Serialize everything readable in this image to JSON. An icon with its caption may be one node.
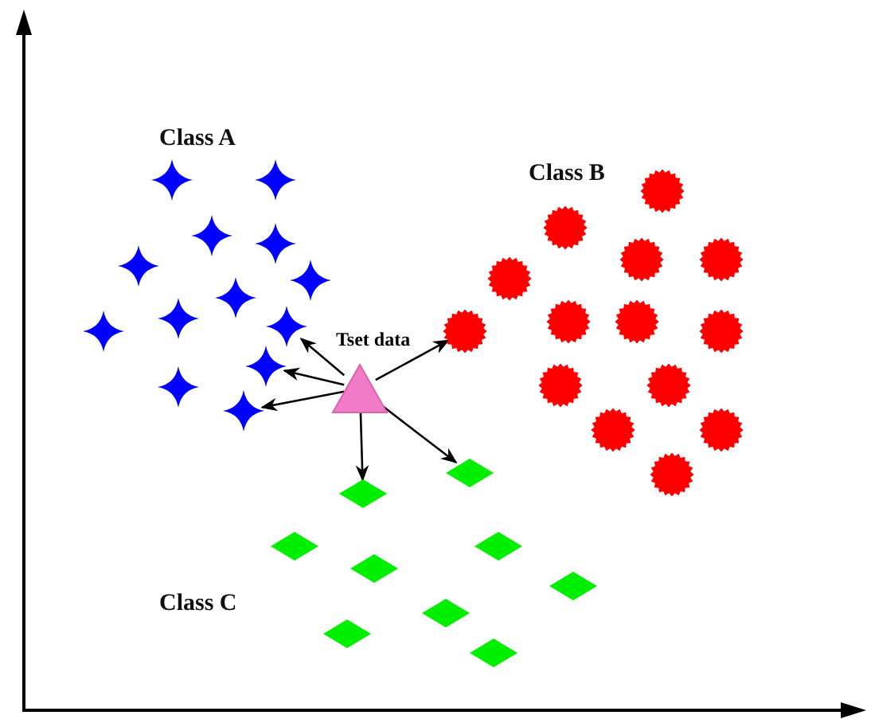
{
  "diagram": {
    "nodes": [
      {
        "text": [],
        "shape": "triangle",
        "beside": [
          "Tset data"
        ]
      },
      {
        "text": [],
        "shape": "star"
      },
      {
        "text": [],
        "shape": "star"
      },
      {
        "text": [],
        "shape": "star"
      },
      {
        "text": [],
        "shape": "star"
      },
      {
        "text": [],
        "shape": "star"
      },
      {
        "text": [],
        "shape": "star"
      },
      {
        "text": [],
        "shape": "star"
      },
      {
        "text": [],
        "shape": "star"
      },
      {
        "text": [],
        "shape": "star"
      },
      {
        "text": [],
        "shape": "star"
      },
      {
        "text": [],
        "shape": "star"
      },
      {
        "text": [],
        "shape": "star"
      },
      {
        "text": [],
        "shape": "star"
      },
      {
        "text": [],
        "shape": "circle"
      },
      {
        "text": [],
        "shape": "circle"
      },
      {
        "text": [],
        "shape": "circle"
      },
      {
        "text": [],
        "shape": "circle"
      },
      {
        "text": [],
        "shape": "circle"
      },
      {
        "text": [],
        "shape": "circle"
      },
      {
        "text": [],
        "shape": "circle"
      },
      {
        "text": [],
        "shape": "circle"
      },
      {
        "text": [],
        "shape": "circle"
      },
      {
        "text": [],
        "shape": "circle"
      },
      {
        "text": [],
        "shape": "circle"
      },
      {
        "text": [],
        "shape": "circle"
      },
      {
        "text": [],
        "shape": "circle"
      },
      {
        "text": [],
        "shape": "circle"
      },
      {
        "text": [],
        "shape": "diamond"
      },
      {
        "text": [],
        "shape": "diamond"
      },
      {
        "text": [],
        "shape": "diamond"
      },
      {
        "text": [],
        "shape": "diamond"
      },
      {
        "text": [],
        "shape": "diamond"
      },
      {
        "text": [],
        "shape": "diamond"
      },
      {
        "text": [],
        "shape": "diamond"
      },
      {
        "text": [],
        "shape": "diamond"
      },
      {
        "text": [],
        "shape": "diamond"
      }
    ],
    "edges": [
      {
        "from": 0,
        "to": 10,
        "arrow": "to"
      },
      {
        "from": 0,
        "to": 11,
        "arrow": "to"
      },
      {
        "from": 0,
        "to": 13,
        "arrow": "to"
      },
      {
        "from": 0,
        "to": 19,
        "arrow": "to"
      },
      {
        "from": 0,
        "to": 28,
        "arrow": "to"
      },
      {
        "from": 0,
        "to": 29,
        "arrow": "to"
      }
    ],
    "labels": [
      "Class A",
      "Class B",
      "Class C"
    ]
  }
}
